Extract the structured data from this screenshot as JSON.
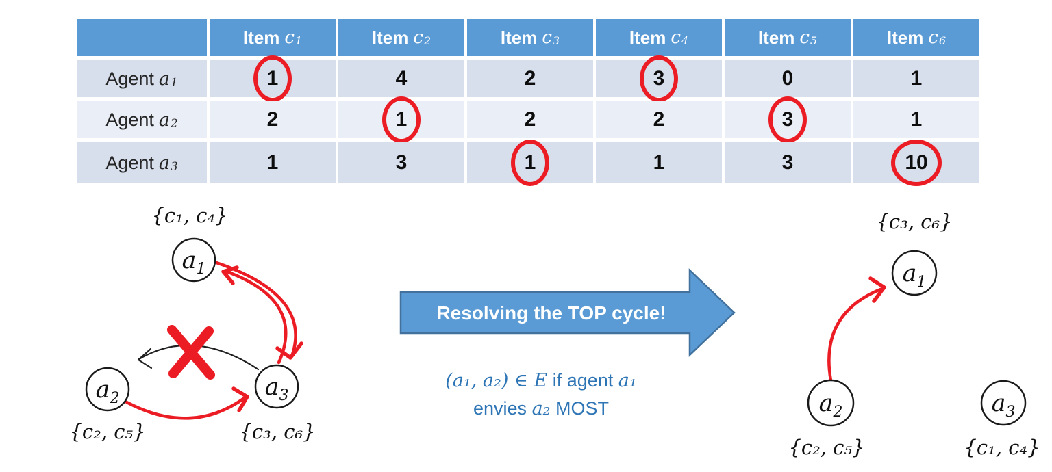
{
  "table": {
    "corner_label": "",
    "columns": [
      {
        "word": "Item",
        "base": "c",
        "sub": "1"
      },
      {
        "word": "Item",
        "base": "c",
        "sub": "2"
      },
      {
        "word": "Item",
        "base": "c",
        "sub": "3"
      },
      {
        "word": "Item",
        "base": "c",
        "sub": "4"
      },
      {
        "word": "Item",
        "base": "c",
        "sub": "5"
      },
      {
        "word": "Item",
        "base": "c",
        "sub": "6"
      }
    ],
    "rows": [
      {
        "label": {
          "word": "Agent",
          "base": "a",
          "sub": "1"
        },
        "values": [
          "1",
          "4",
          "2",
          "3",
          "0",
          "1"
        ]
      },
      {
        "label": {
          "word": "Agent",
          "base": "a",
          "sub": "2"
        },
        "values": [
          "2",
          "1",
          "2",
          "2",
          "3",
          "1"
        ]
      },
      {
        "label": {
          "word": "Agent",
          "base": "a",
          "sub": "3"
        },
        "values": [
          "1",
          "3",
          "1",
          "1",
          "3",
          "10"
        ]
      }
    ],
    "circled_cells": [
      [
        0,
        0
      ],
      [
        0,
        3
      ],
      [
        1,
        1
      ],
      [
        1,
        4
      ],
      [
        2,
        2
      ],
      [
        2,
        5
      ]
    ],
    "colors": {
      "header_bg": "#5B9BD5",
      "header_text": "#FFFFFF",
      "row_band_dark": "#D7DEEC",
      "row_band_light": "#EAEEF6",
      "value_text": "#0D0D0D",
      "circle_stroke": "#EC1C24"
    }
  },
  "banner": {
    "label": "Resolving the TOP cycle!",
    "fill": "#5B9BD5",
    "border": "#41719C",
    "text_color": "#FFFFFF"
  },
  "note": {
    "line1_math1": "(a₁, a₂) ∈ E",
    "line1_text": " if agent ",
    "line1_math2": "a₁",
    "line2_text1": "envies ",
    "line2_math1": "a₂",
    "line2_text2": " MOST",
    "color": "#2E75B6"
  },
  "graphs": {
    "left": {
      "nodes": [
        {
          "base": "a",
          "sub": "1",
          "alloc": "{c₁, c₄}"
        },
        {
          "base": "a",
          "sub": "2",
          "alloc": "{c₂, c₅}"
        },
        {
          "base": "a",
          "sub": "3",
          "alloc": "{c₃, c₆}"
        }
      ],
      "edges": [
        {
          "from": "a1",
          "to": "a3",
          "color": "red"
        },
        {
          "from": "a3",
          "to": "a1",
          "color": "red"
        },
        {
          "from": "a2",
          "to": "a3",
          "color": "red"
        },
        {
          "from": "a3",
          "to": "a2",
          "color": "black",
          "crossed_out": true
        }
      ]
    },
    "right": {
      "nodes": [
        {
          "base": "a",
          "sub": "1",
          "alloc": "{c₃, c₆}"
        },
        {
          "base": "a",
          "sub": "2",
          "alloc": "{c₂, c₅}"
        },
        {
          "base": "a",
          "sub": "3",
          "alloc": "{c₁, c₄}"
        }
      ],
      "edges": [
        {
          "from": "a2",
          "to": "a1",
          "color": "red"
        }
      ]
    },
    "colors": {
      "node_stroke": "#1A1A1A",
      "edge_red": "#EC1C24",
      "edge_black": "#1F1F1F"
    }
  }
}
